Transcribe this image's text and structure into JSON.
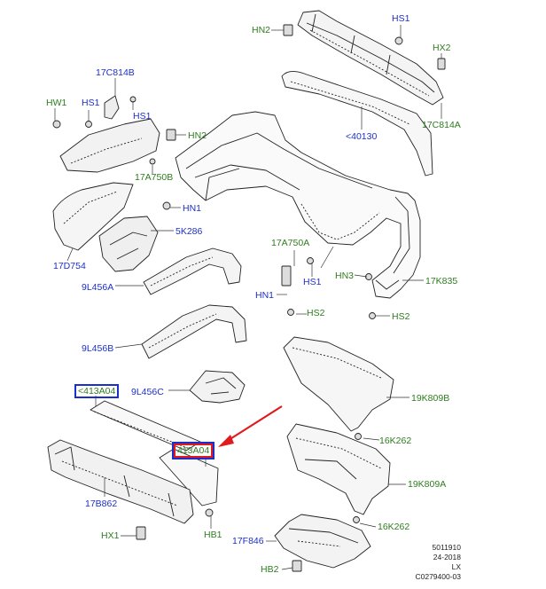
{
  "labels": {
    "hn2_top": "HN2",
    "hs1_top": "HS1",
    "hx2": "HX2",
    "c17c814b": "17C814B",
    "hw1": "HW1",
    "hs1_left": "HS1",
    "hs1_left2": "HS1",
    "c17c814a": "17C814A",
    "c40130": "<40130",
    "hn2_mid": "HN2",
    "c17a750b": "17A750B",
    "hn1_left": "HN1",
    "c5k286": "5K286",
    "c17d754": "17D754",
    "c17a750a": "17A750A",
    "hs1_mid": "HS1",
    "hn3": "HN3",
    "c17k835": "17K835",
    "c9l456a": "9L456A",
    "hn1_mid": "HN1",
    "hs2_mid": "HS2",
    "hs2_right": "HS2",
    "c9l456b": "9L456B",
    "c413a04_left": "<413A04",
    "c9l456c": "9L456C",
    "c19k809b": "19K809B",
    "c16k262_top": "16K262",
    "c413a04_right": "413A04",
    "c19k809a": "19K809A",
    "c17b862": "17B862",
    "c16k262_bot": "16K262",
    "hx1": "HX1",
    "hb1": "HB1",
    "c17f846": "17F846",
    "hb2": "HB2"
  },
  "footer": {
    "line1": "5011910",
    "line2": "24-2018",
    "line3": "LX",
    "line4": "C0279400-03"
  },
  "colors": {
    "green_label": "#2e7d1f",
    "blue_label": "#1d2fc9",
    "highlight_red": "#e01b1b"
  }
}
